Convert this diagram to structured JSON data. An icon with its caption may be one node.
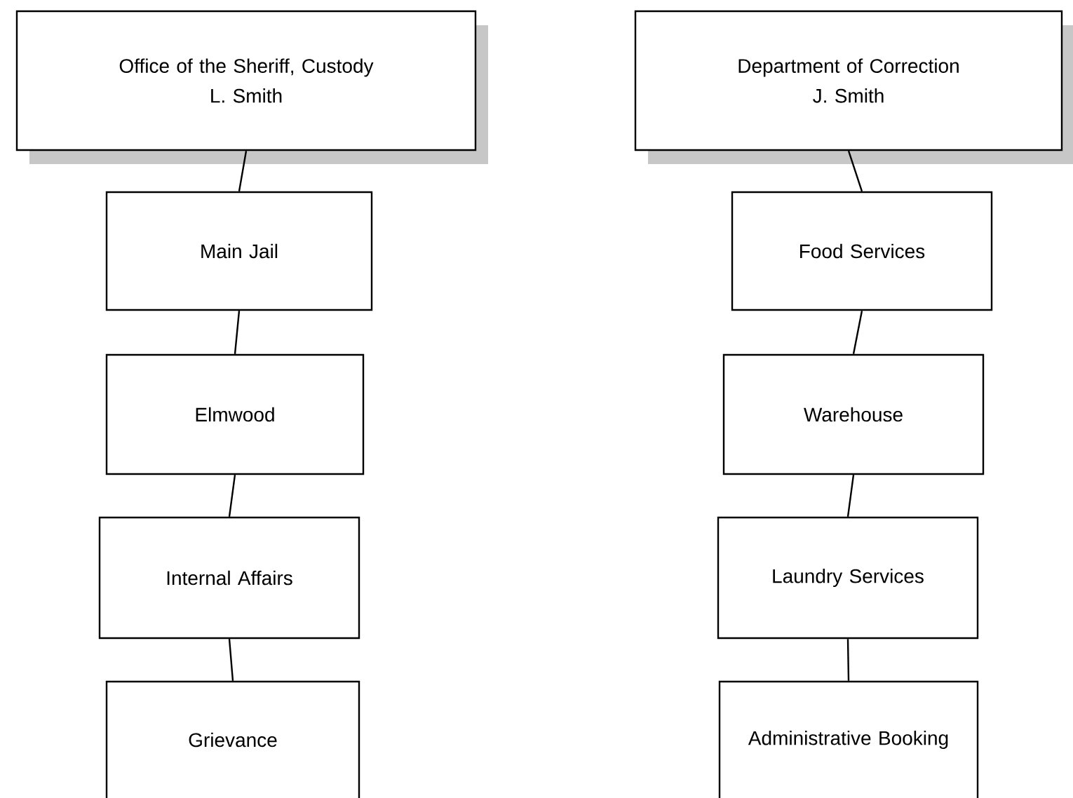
{
  "diagram": {
    "nodes": [
      {
        "text": [
          "Office of the Sheriff, Custody",
          "L. Smith"
        ]
      },
      {
        "text": [
          "Main Jail"
        ]
      },
      {
        "text": [
          "Elmwood"
        ]
      },
      {
        "text": [
          "Internal Affairs"
        ]
      },
      {
        "text": [
          "Grievance"
        ]
      },
      {
        "text": [
          "Department of Correction",
          "J. Smith"
        ]
      },
      {
        "text": [
          "Food Services"
        ]
      },
      {
        "text": [
          "Warehouse"
        ]
      },
      {
        "text": [
          "Laundry Services"
        ]
      },
      {
        "text": [
          "Administrative Booking"
        ]
      }
    ],
    "edges": [
      {
        "from": 0,
        "to": 1,
        "arrow": "none"
      },
      {
        "from": 1,
        "to": 2,
        "arrow": "none"
      },
      {
        "from": 2,
        "to": 3,
        "arrow": "none"
      },
      {
        "from": 3,
        "to": 4,
        "arrow": "none"
      },
      {
        "from": 5,
        "to": 6,
        "arrow": "none"
      },
      {
        "from": 6,
        "to": 7,
        "arrow": "none"
      },
      {
        "from": 7,
        "to": 8,
        "arrow": "none"
      },
      {
        "from": 8,
        "to": 9,
        "arrow": "none"
      }
    ]
  }
}
